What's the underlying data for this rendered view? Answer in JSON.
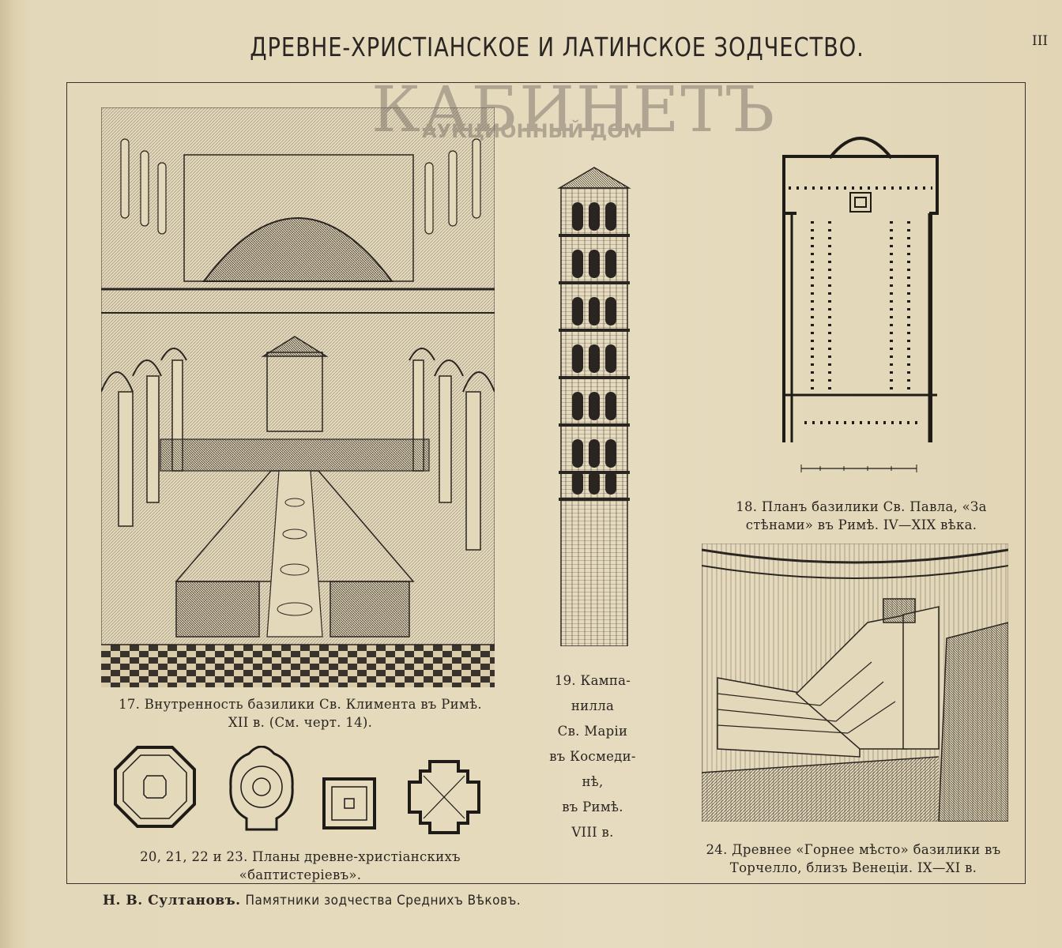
{
  "header": {
    "title": "ДРЕВНЕ-ХРИСТІАНСКОЕ И ЛАТИНСКОЕ ЗОДЧЕСТВО.",
    "page_number": "III"
  },
  "watermark": {
    "brand": "КАБИНЕТЪ",
    "sub": "АУКЦИОННЫЙ ДОМ"
  },
  "figures": {
    "fig17": {
      "lines": [
        "17. Внутренность базилики Св. Климента въ Римѣ.",
        "XII в. (См. черт. 14)."
      ]
    },
    "fig18": {
      "lines": [
        "18. Планъ базилики Св. Павла, «За",
        "стѣнами» въ Римѣ. IV—XIX вѣка."
      ]
    },
    "fig19": {
      "lines": [
        "19. Кампа-",
        "нилла",
        "Св. Маріи",
        "въ Космеди-",
        "нѣ,",
        "въ Римѣ.",
        "VIII в."
      ]
    },
    "fig20_23": {
      "lines": [
        "20, 21, 22 и 23. Планы древне-христіанскихъ «баптистеріевъ»."
      ]
    },
    "fig24": {
      "lines": [
        "24. Древнее «Горнее мѣсто» базилики въ",
        "Торчелло, близъ Венеціи. IX—XI в."
      ]
    }
  },
  "footer": {
    "author": "Н. В. Султановъ.",
    "book": "Памятники зодчества Среднихъ Вѣковъ."
  },
  "colors": {
    "paper": "#e2d6b7",
    "ink": "#2a2520"
  }
}
